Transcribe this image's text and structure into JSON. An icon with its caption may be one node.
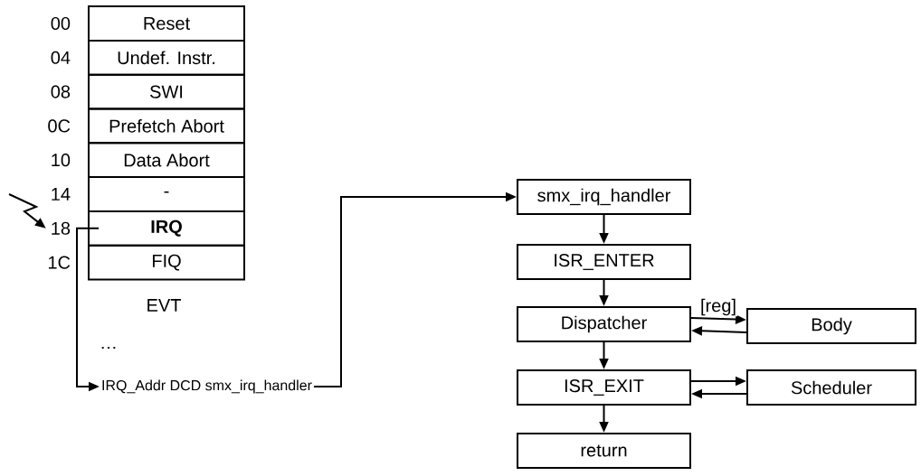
{
  "diagram": {
    "nodes": [
      {
        "text": [
          "Reset"
        ],
        "beside": [
          "00"
        ]
      },
      {
        "text": [
          "Undef. Instr."
        ],
        "beside": [
          "04"
        ]
      },
      {
        "text": [
          "SWI"
        ],
        "beside": [
          "08"
        ]
      },
      {
        "text": [
          "Prefetch Abort"
        ],
        "beside": [
          "0C"
        ]
      },
      {
        "text": [
          "Data Abort"
        ],
        "beside": [
          "10"
        ]
      },
      {
        "text": [
          "-"
        ],
        "beside": [
          "14"
        ]
      },
      {
        "text": [
          "IRQ"
        ],
        "beside": [
          "18"
        ]
      },
      {
        "text": [
          "FIQ"
        ],
        "beside": [
          "1C"
        ]
      },
      {
        "text": [
          "IRQ_Addr DCD smx_irq_handler"
        ]
      },
      {
        "text": [
          "smx_irq_handler"
        ]
      },
      {
        "text": [
          "ISR_ENTER"
        ]
      },
      {
        "text": [
          "Dispatcher"
        ]
      },
      {
        "text": [
          "Body"
        ]
      },
      {
        "text": [
          "ISR_EXIT"
        ]
      },
      {
        "text": [
          "Scheduler"
        ]
      },
      {
        "text": [
          "return"
        ]
      }
    ],
    "edges": [
      {
        "from": null,
        "to": 6,
        "arrow": "to"
      },
      {
        "from": 6,
        "to": 8,
        "arrow": "to"
      },
      {
        "from": 8,
        "to": 9,
        "arrow": "to"
      },
      {
        "from": 9,
        "to": 10,
        "arrow": "to"
      },
      {
        "from": 10,
        "to": 11,
        "arrow": "to"
      },
      {
        "from": 11,
        "to": 12,
        "arrow": "to",
        "label": "[reg]"
      },
      {
        "from": 12,
        "to": 11,
        "arrow": "to"
      },
      {
        "from": 11,
        "to": 13,
        "arrow": "to"
      },
      {
        "from": 13,
        "to": 14,
        "arrow": "to"
      },
      {
        "from": 14,
        "to": 13,
        "arrow": "to"
      },
      {
        "from": 13,
        "to": 15,
        "arrow": "to"
      }
    ],
    "labels": [
      "EVT",
      "…"
    ]
  }
}
